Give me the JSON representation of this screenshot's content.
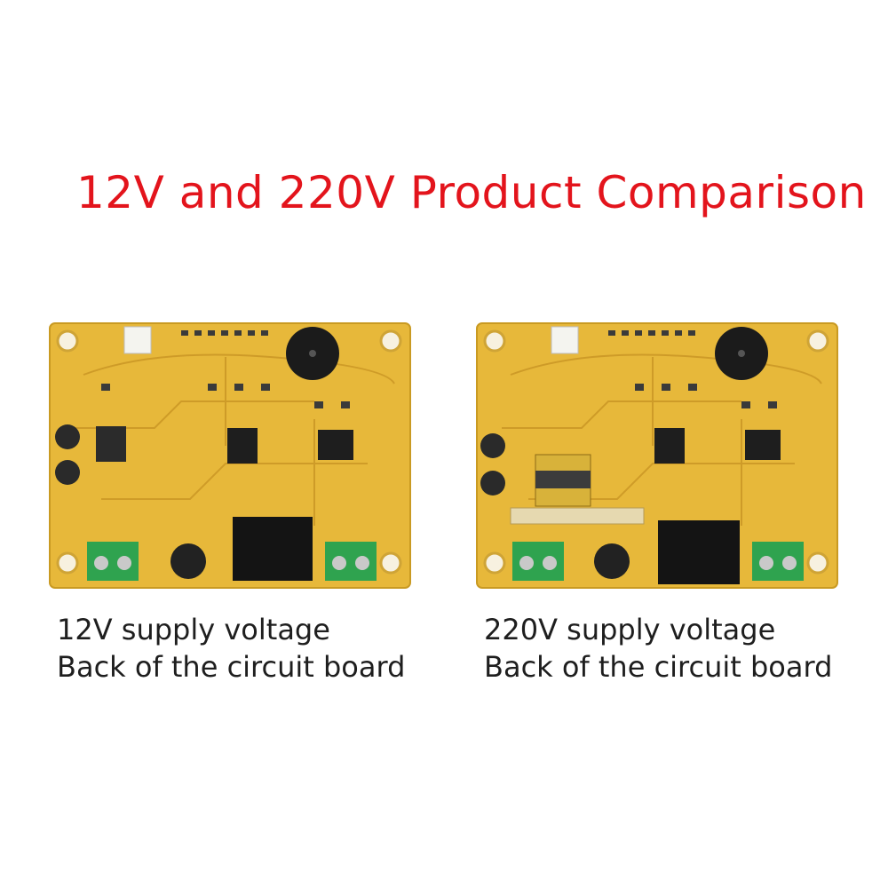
{
  "title": "12V and 220V Product Comparison",
  "boards": [
    {
      "voltage_line": "12V supply voltage",
      "side_line": "Back of the circuit board",
      "variant": "12V"
    },
    {
      "voltage_line": "220V supply voltage",
      "side_line": "Back of the circuit board",
      "variant": "220V"
    }
  ],
  "colors": {
    "title": "#e3141c",
    "pcb": "#e7b83a",
    "terminal": "#2fa34f"
  }
}
